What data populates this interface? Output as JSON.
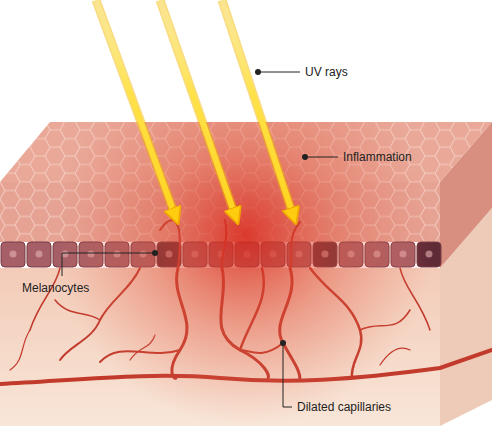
{
  "diagram": {
    "labels": [
      "UV rays",
      "Inflammation",
      "Melanocytes",
      "Dilated capillaries"
    ]
  }
}
